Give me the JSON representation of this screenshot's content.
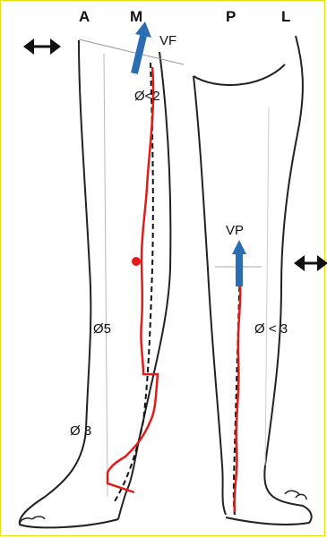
{
  "header_labels": {
    "a": "A",
    "m": "M",
    "p": "P",
    "l": "L"
  },
  "vein_labels": {
    "vf": "VF",
    "vp": "VP"
  },
  "diameter_labels": {
    "thigh": "Ø<2",
    "calf_left": "Ø5",
    "ankle_left": "Ø 3",
    "calf_right": "Ø < 3"
  },
  "icons": {
    "left_arrow": "double-arrow-horizontal",
    "right_arrow": "double-arrow-horizontal"
  },
  "colors": {
    "reflux": "#e31b1b",
    "flow_arrow": "#2a6db3",
    "outline": "#222222",
    "frame": "#e8e000",
    "dashed_vein": "#111111"
  }
}
